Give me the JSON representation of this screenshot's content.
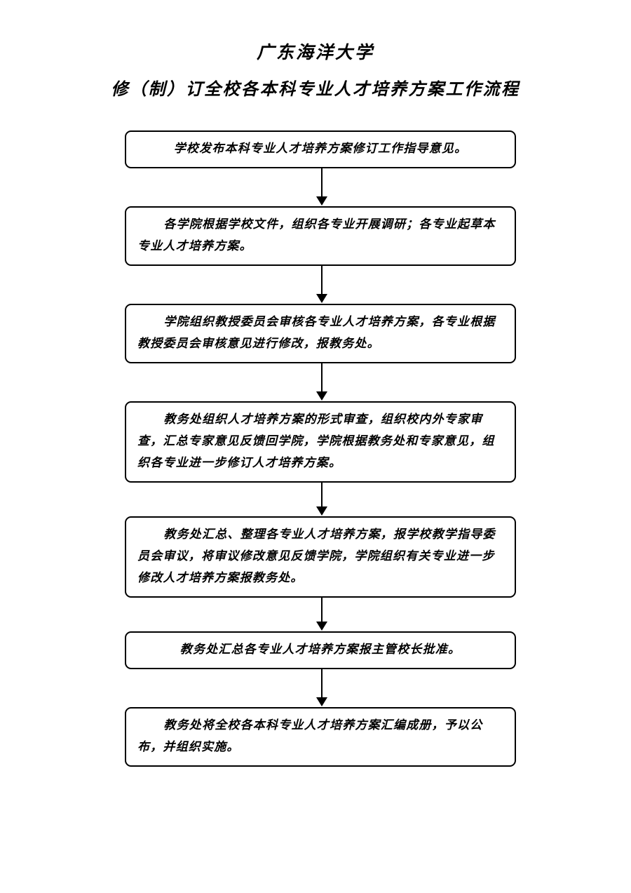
{
  "document": {
    "org_title": "广东海洋大学",
    "flow_title": "修（制）订全校各本科专业人才培养方案工作流程",
    "page_background": "#ffffff",
    "ink_color": "#000000"
  },
  "flowchart": {
    "type": "linear-process",
    "orientation": "top-to-bottom",
    "connector_icon": "down-arrow-icon",
    "node_count": 7,
    "nodes": [
      {
        "id": "step-1",
        "order": 1,
        "align": "center",
        "text": "学校发布本科专业人才培养方案修订工作指导意见。"
      },
      {
        "id": "step-2",
        "order": 2,
        "align": "left",
        "text": "各学院根据学校文件，组织各专业开展调研；各专业起草本专业人才培养方案。"
      },
      {
        "id": "step-3",
        "order": 3,
        "align": "left",
        "text": "学院组织教授委员会审核各专业人才培养方案，各专业根据教授委员会审核意见进行修改，报教务处。"
      },
      {
        "id": "step-4",
        "order": 4,
        "align": "left",
        "text": "教务处组织人才培养方案的形式审查，组织校内外专家审查，汇总专家意见反馈回学院，学院根据教务处和专家意见，组织各专业进一步修订人才培养方案。"
      },
      {
        "id": "step-5",
        "order": 5,
        "align": "left",
        "text": "教务处汇总、整理各专业人才培养方案，报学校教学指导委员会审议，将审议修改意见反馈学院，学院组织有关专业进一步修改人才培养方案报教务处。"
      },
      {
        "id": "step-6",
        "order": 6,
        "align": "center",
        "text": "教务处汇总各专业人才培养方案报主管校长批准。"
      },
      {
        "id": "step-7",
        "order": 7,
        "align": "left",
        "text": "教务处将全校各本科专业人才培养方案汇编成册，予以公布，并组织实施。"
      }
    ]
  }
}
